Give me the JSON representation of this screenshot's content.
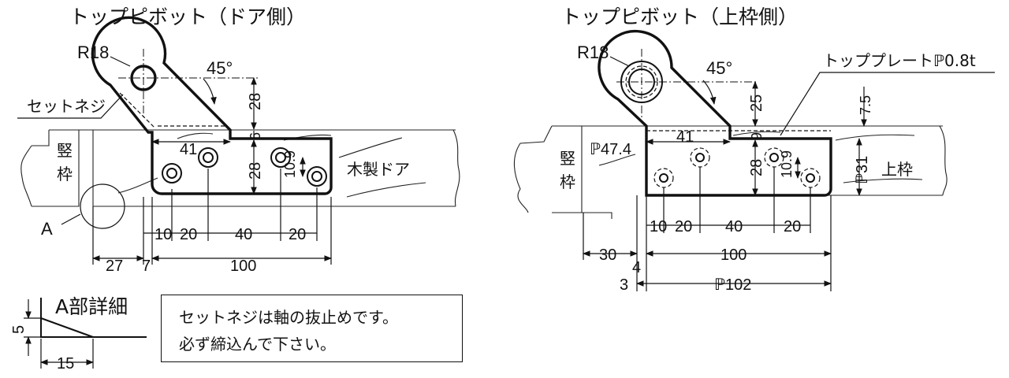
{
  "left_view": {
    "title": "トップピボット（ドア側）",
    "radius_label": "R18",
    "angle_label": "45°",
    "set_screw_label": "セットネジ",
    "frame_label_1": "竪",
    "frame_label_2": "枠",
    "door_label": "木製ドア",
    "detail_marker": "A",
    "dims": {
      "rise": "28",
      "step": "6",
      "body_height": "28",
      "hole_offset": "10.9",
      "len_41": "41",
      "h10": "10",
      "h20a": "20",
      "h40": "40",
      "h20b": "20",
      "gap27": "27",
      "gap7": "7",
      "len100": "100"
    }
  },
  "right_view": {
    "title": "トップピボット（上枠側）",
    "radius_label": "R18",
    "angle_label": "45°",
    "plate_label": "トッププレートℙ0.8t",
    "frame_label_1": "竪",
    "frame_label_2": "枠",
    "head_label": "上枠",
    "dims": {
      "rise": "25",
      "step": "9",
      "top": "7.5",
      "plate_width": "ℙ47.4",
      "body_height": "28",
      "hole_offset": "10.9",
      "plate_height": "ℙ31",
      "len_41": "41",
      "h10": "10",
      "h20a": "20",
      "h40": "40",
      "h20b": "20",
      "gap30": "30",
      "gap4": "4",
      "len100": "100",
      "gap3": "3",
      "len102": "ℙ102"
    }
  },
  "detail": {
    "title": "A部詳細",
    "dim_height": "5",
    "dim_length": "15"
  },
  "note": {
    "line1": "セットネジは軸の抜止めです。",
    "line2": "必ず締込んで下さい。"
  }
}
